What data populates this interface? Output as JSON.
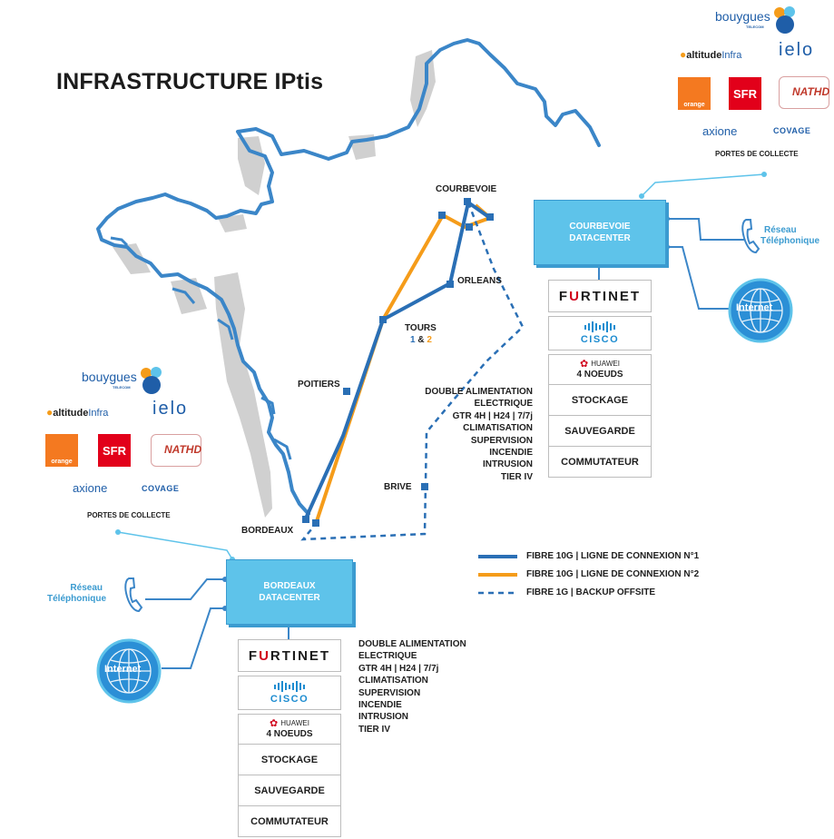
{
  "title": "INFRASTRUCTURE IPtis",
  "cities": {
    "courbevoie": "COURBEVOIE",
    "orleans": "ORLEANS",
    "tours": "TOURS",
    "tours_n1": "1",
    "tours_amp": " & ",
    "tours_n2": "2",
    "poitiers": "POITIERS",
    "brive": "BRIVE",
    "bordeaux": "BORDEAUX"
  },
  "courbevoie_dc": {
    "line1": "COURBEVOIE",
    "line2": "DATACENTER",
    "fortinet": "FURTINET",
    "cisco": "CISCO",
    "huawei": "HUAWEI",
    "nodes": "4 NOEUDS",
    "stockage": "STOCKAGE",
    "sauvegarde": "SAUVEGARDE",
    "commutateur": "COMMUTATEUR",
    "features": [
      "DOUBLE ALIMENTATION",
      "ELECTRIQUE",
      "GTR 4H | H24 | 7/7j",
      "CLIMATISATION",
      "SUPERVISION",
      "INCENDIE",
      "INTRUSION",
      "TIER IV"
    ],
    "reseau1": "Réseau",
    "reseau2": "Téléphonique",
    "internet": "Internet"
  },
  "bordeaux_dc": {
    "line1": "BORDEAUX",
    "line2": "DATACENTER",
    "fortinet": "FURTINET",
    "cisco": "CISCO",
    "huawei": "HUAWEI",
    "nodes": "4 NOEUDS",
    "stockage": "STOCKAGE",
    "sauvegarde": "SAUVEGARDE",
    "commutateur": "COMMUTATEUR",
    "features": [
      "DOUBLE ALIMENTATION",
      "ELECTRIQUE",
      "GTR 4H | H24 | 7/7j",
      "CLIMATISATION",
      "SUPERVISION",
      "INCENDIE",
      "INTRUSION",
      "TIER IV"
    ],
    "reseau1": "Réseau",
    "reseau2": "Téléphonique",
    "internet": "Internet"
  },
  "operators": {
    "bouygues": "bouygues",
    "bouygues_sub": "TELECOM",
    "altitude": "altitude",
    "altitude_infra": "Infra",
    "ielo": "ielo",
    "orange": "orange",
    "sfr": "SFR",
    "nathd": "NATHD",
    "axione": "axione",
    "covage": "COVAGE",
    "portes": "PORTES DE COLLECTE"
  },
  "legend": {
    "line1": "FIBRE 10G | LIGNE DE CONNEXION N°1",
    "line2": "FIBRE 10G | LIGNE DE CONNEXION N°2",
    "line3": "FIBRE 1G | BACKUP OFFSITE"
  },
  "colors": {
    "line1": "#2a6fb5",
    "line2": "#f59c1a",
    "backup": "#2a6fb5",
    "coast": "#3b86c8",
    "land_shadow": "#d2d2d2",
    "dc_fill": "#5ec3ea",
    "connector": "#3b86c8"
  }
}
